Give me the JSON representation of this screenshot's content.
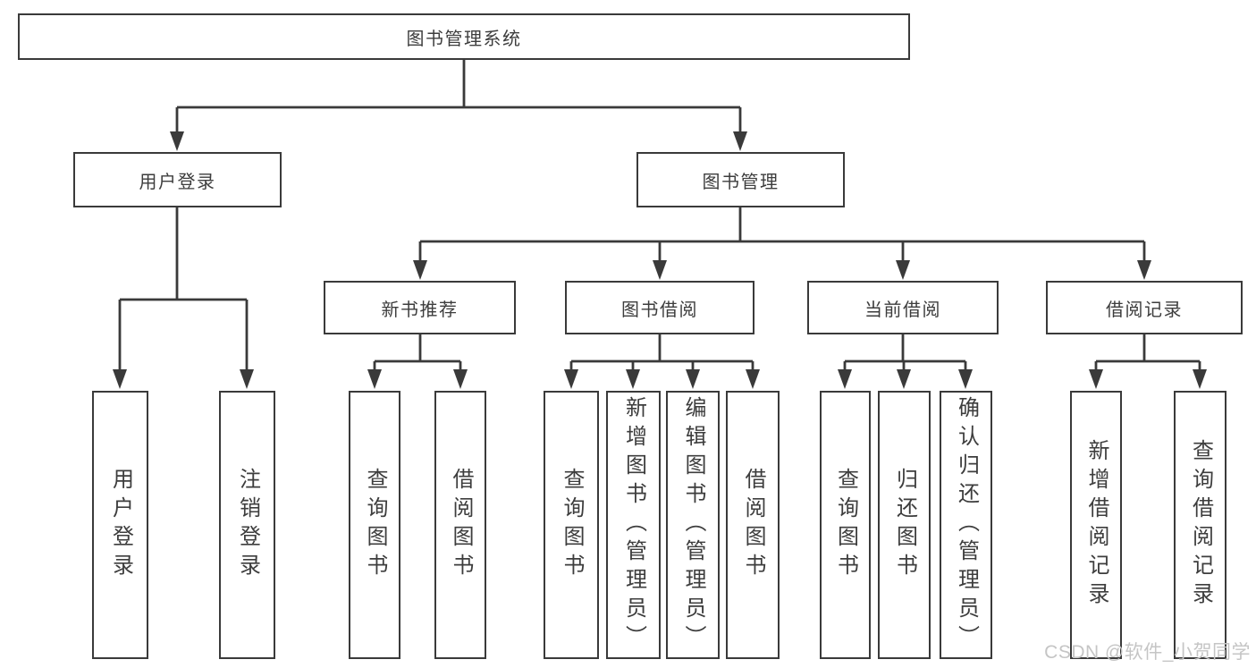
{
  "tree": {
    "root": {
      "label": "图书管理系统"
    },
    "level2": [
      {
        "label": "用户登录",
        "children": [
          {
            "label": "用户登录"
          },
          {
            "label": "注销登录"
          }
        ]
      },
      {
        "label": "图书管理",
        "children": [
          {
            "label": "新书推荐",
            "children": [
              {
                "label": "查询图书"
              },
              {
                "label": "借阅图书"
              }
            ]
          },
          {
            "label": "图书借阅",
            "children": [
              {
                "label": "查询图书"
              },
              {
                "label": "新增图书（管理员）"
              },
              {
                "label": "编辑图书（管理员）"
              },
              {
                "label": "借阅图书"
              }
            ]
          },
          {
            "label": "当前借阅",
            "children": [
              {
                "label": "查询图书"
              },
              {
                "label": "归还图书"
              },
              {
                "label": "确认归还（管理员）"
              }
            ]
          },
          {
            "label": "借阅记录",
            "children": [
              {
                "label": "新增借阅记录"
              },
              {
                "label": "查询借阅记录"
              }
            ]
          }
        ]
      }
    ]
  },
  "watermark": {
    "text": "CSDN @软件_小贺同学"
  },
  "colors": {
    "line": "#3a3a3a",
    "text": "#3d3d3d",
    "box_background": "#ffffff",
    "page_background": "#ffffff",
    "watermark": "#c5c5c5"
  }
}
